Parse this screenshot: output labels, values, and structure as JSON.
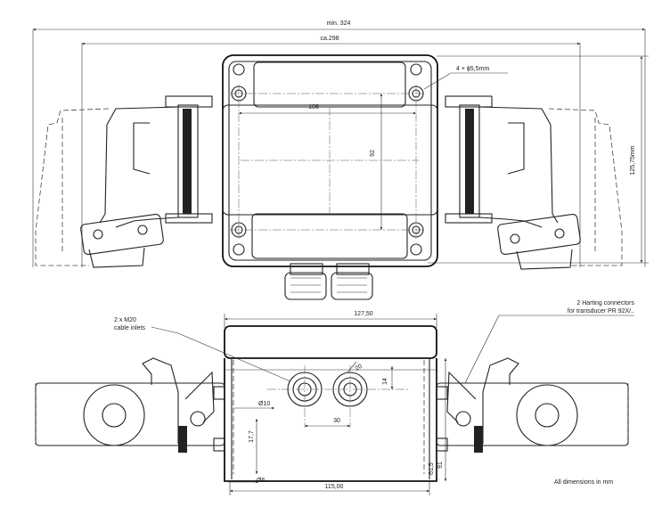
{
  "dimensions": {
    "min_324": "min. 324",
    "ca_298": "ca.298",
    "holes": "4 × ϕ5,5mm",
    "d106": "106",
    "d92": "92",
    "d125_75": "125,75mm",
    "d127_50": "127,50",
    "d14": "14",
    "d30": "30",
    "d10": "Ø10",
    "d20": "20",
    "d17_7": "17,7",
    "d6": "Ø6",
    "d61_5": "61,5",
    "d91": "91",
    "d115": "115,00"
  },
  "notes": {
    "cable_inlets_line1": "2 x M20",
    "cable_inlets_line2": "cable inlets",
    "harting_line1": "2 Harting connectors",
    "harting_line2": "for transducer PR 92X/..",
    "units": "All dimensions in mm"
  }
}
